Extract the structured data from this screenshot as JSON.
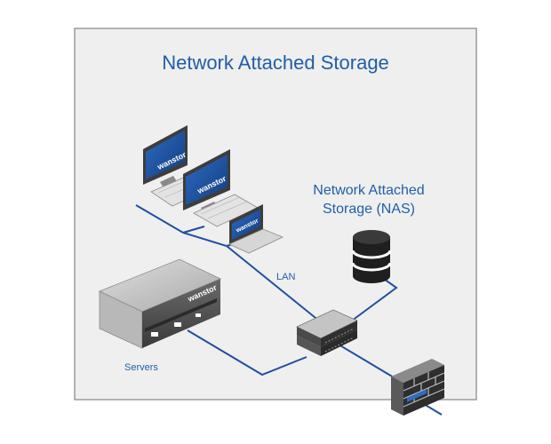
{
  "diagram": {
    "title": "Network Attached Storage",
    "nas_label_line1": "Network Attached",
    "nas_label_line2": "Storage (NAS)",
    "lan_label": "LAN",
    "servers_label": "Servers",
    "brand": "wanstor"
  },
  "colors": {
    "label": "#1f5fa8",
    "link": "#1f4fa0",
    "panel": "#efefef",
    "panel_border": "#9a9a9a",
    "screen": "#1c4f9c"
  },
  "icons": [
    "desktop-monitor-icon",
    "keyboard-icon",
    "laptop-icon",
    "database-icon",
    "server-chassis-icon",
    "network-switch-icon",
    "firewall-icon"
  ]
}
